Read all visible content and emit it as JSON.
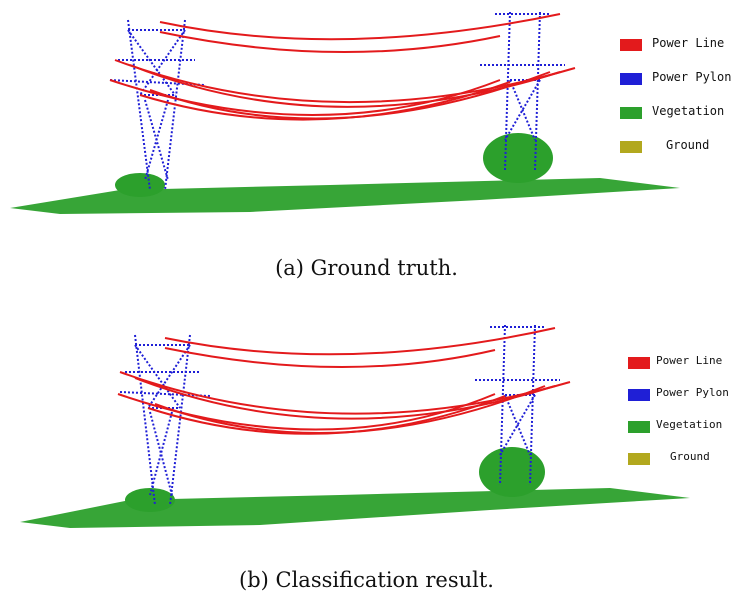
{
  "panels": [
    {
      "caption": "(a) Ground truth.",
      "legend": [
        {
          "label": "Power Line",
          "color": "#e31a1c"
        },
        {
          "label": "Power Pylon",
          "color": "#1f1fd6"
        },
        {
          "label": "Vegetation",
          "color": "#2ca02c"
        },
        {
          "label": "Ground",
          "color": "#b2a81e"
        }
      ]
    },
    {
      "caption": "(b) Classification result.",
      "legend": [
        {
          "label": "Power Line",
          "color": "#e31a1c"
        },
        {
          "label": "Power Pylon",
          "color": "#1f1fd6"
        },
        {
          "label": "Vegetation",
          "color": "#2ca02c"
        },
        {
          "label": "Ground",
          "color": "#b2a81e"
        }
      ]
    }
  ]
}
